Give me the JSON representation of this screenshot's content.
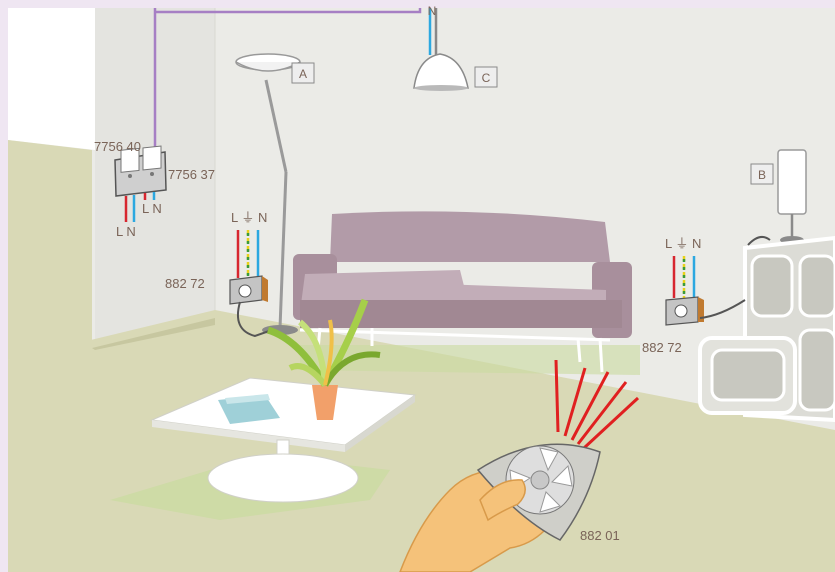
{
  "colors": {
    "frame": "#efe6f2",
    "wall": "#ebebe7",
    "floor": "#d9d9b6",
    "sofa": "#b29ba8",
    "wire_purple": "#a67fc4",
    "wire_blue": "#2ca8e0",
    "wire_red": "#d7262f",
    "wire_earth": "#e8d21a",
    "ir_beam": "#e02020",
    "label_text": "#7a6458",
    "skin": "#f5c27a"
  },
  "labels": {
    "lamp_a": "A",
    "lamp_b": "B",
    "lamp_c": "C",
    "switch_left_ref": "7756 40",
    "switch_right_ref": "7756 37",
    "switch_wires_left": "L N",
    "switch_wires_right": "L N",
    "ceiling_wire": "N",
    "module_left_ref": "882 72",
    "module_left_wires": "L ⏚ N",
    "module_right_ref": "882 72",
    "module_right_wires": "L ⏚ N",
    "remote_ref": "882 01"
  }
}
